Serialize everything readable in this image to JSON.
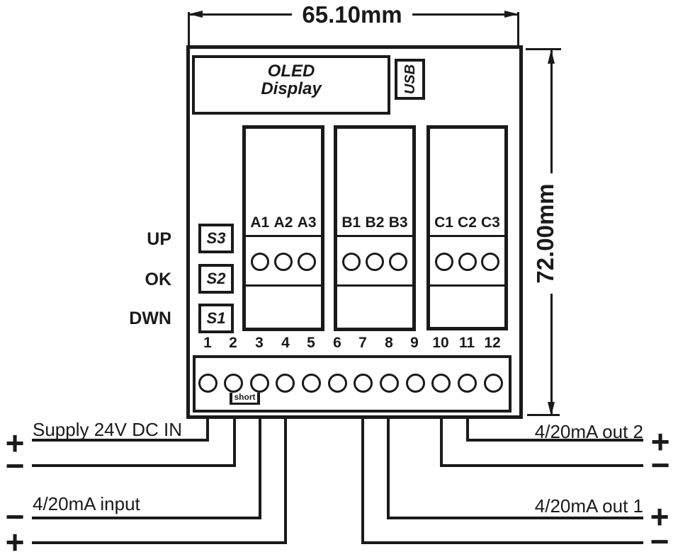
{
  "dimensions": {
    "width": "65.10mm",
    "height": "72.00mm"
  },
  "device": {
    "oled": {
      "line1": "OLED",
      "line2": "Display"
    },
    "usb_label": "USB",
    "button_function_labels": [
      "UP",
      "OK",
      "DWN"
    ],
    "button_names": [
      "S3",
      "S2",
      "S1"
    ],
    "relay_blocks": [
      {
        "cells": [
          "A1",
          "A2",
          "A3"
        ]
      },
      {
        "cells": [
          "B1",
          "B2",
          "B3"
        ]
      },
      {
        "cells": [
          "C1",
          "C2",
          "C3"
        ]
      }
    ],
    "terminal_numbers": [
      "1",
      "2",
      "3",
      "4",
      "5",
      "6",
      "7",
      "8",
      "9",
      "10",
      "11",
      "12"
    ],
    "short_jumper_label": "short"
  },
  "wiring": {
    "supply": {
      "label": "Supply 24V DC IN",
      "plus": "+",
      "minus": "−"
    },
    "analog_input": {
      "label": "4/20mA input",
      "plus": "+",
      "minus": "−"
    },
    "analog_out_2": {
      "label": "4/20mA out 2",
      "plus": "+",
      "minus": "−"
    },
    "analog_out_1": {
      "label": "4/20mA out 1",
      "plus": "+",
      "minus": "−"
    }
  },
  "colors": {
    "ink": "#1a1a1a",
    "background": "#ffffff"
  }
}
